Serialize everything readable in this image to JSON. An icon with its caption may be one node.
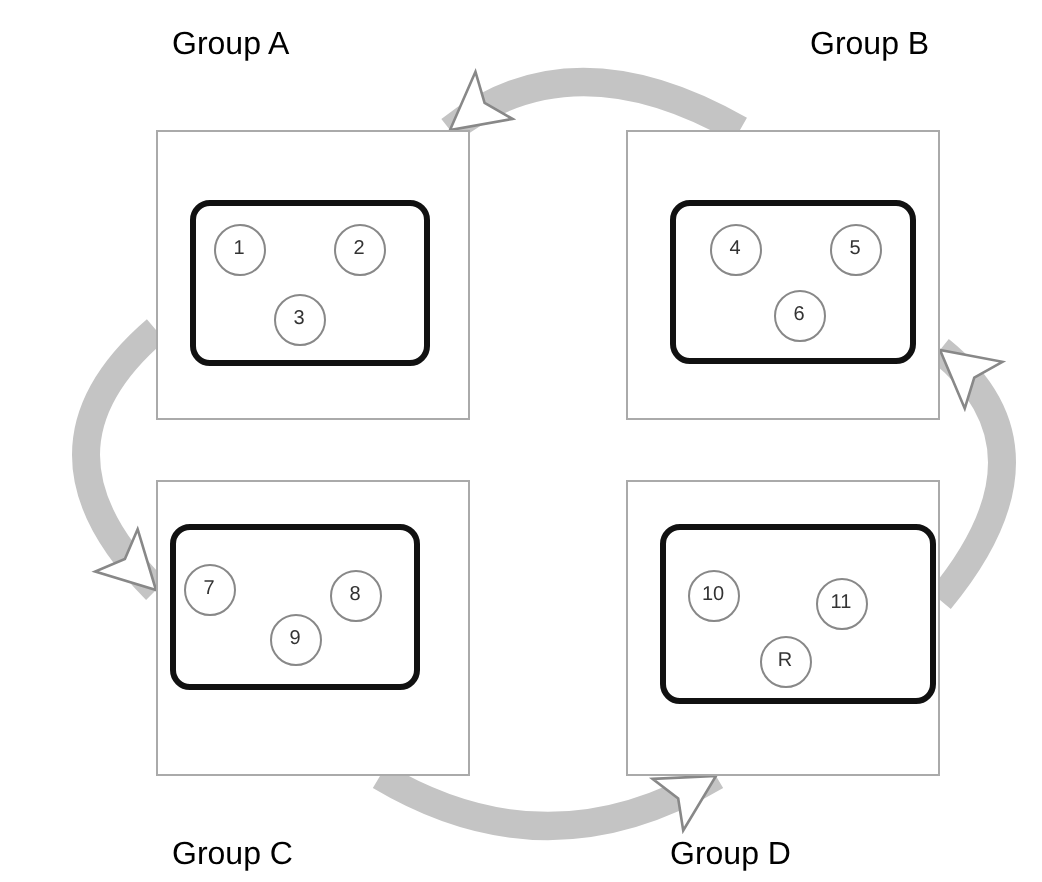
{
  "diagram": {
    "nodes": [
      {
        "text": [
          "Group A"
        ]
      },
      {
        "text": [],
        "shape": "box",
        "in": 0
      },
      {
        "text": [
          "1"
        ],
        "in": 1
      },
      {
        "text": [
          "2"
        ],
        "in": 1
      },
      {
        "text": [
          "3"
        ],
        "in": 1
      },
      {
        "text": [
          "Group B"
        ]
      },
      {
        "text": [],
        "shape": "box",
        "in": 5
      },
      {
        "text": [
          "4"
        ],
        "in": 6
      },
      {
        "text": [
          "5"
        ],
        "in": 6
      },
      {
        "text": [
          "6"
        ],
        "in": 6
      },
      {
        "text": [
          "Group C"
        ]
      },
      {
        "text": [],
        "shape": "box",
        "in": 10
      },
      {
        "text": [
          "7"
        ],
        "in": 11
      },
      {
        "text": [
          "8"
        ],
        "in": 11
      },
      {
        "text": [
          "9"
        ],
        "in": 11
      },
      {
        "text": [
          "Group D"
        ]
      },
      {
        "text": [],
        "shape": "box",
        "in": 15
      },
      {
        "text": [
          "10"
        ],
        "in": 16
      },
      {
        "text": [
          "11"
        ],
        "in": 16
      },
      {
        "text": [
          "R"
        ],
        "in": 16
      }
    ],
    "edges": [
      {
        "from": 5,
        "to": 0,
        "arrow": "to"
      },
      {
        "from": 0,
        "to": 10,
        "arrow": "to"
      },
      {
        "from": 10,
        "to": 15,
        "arrow": "to"
      },
      {
        "from": 15,
        "to": 5,
        "arrow": "to"
      }
    ]
  }
}
